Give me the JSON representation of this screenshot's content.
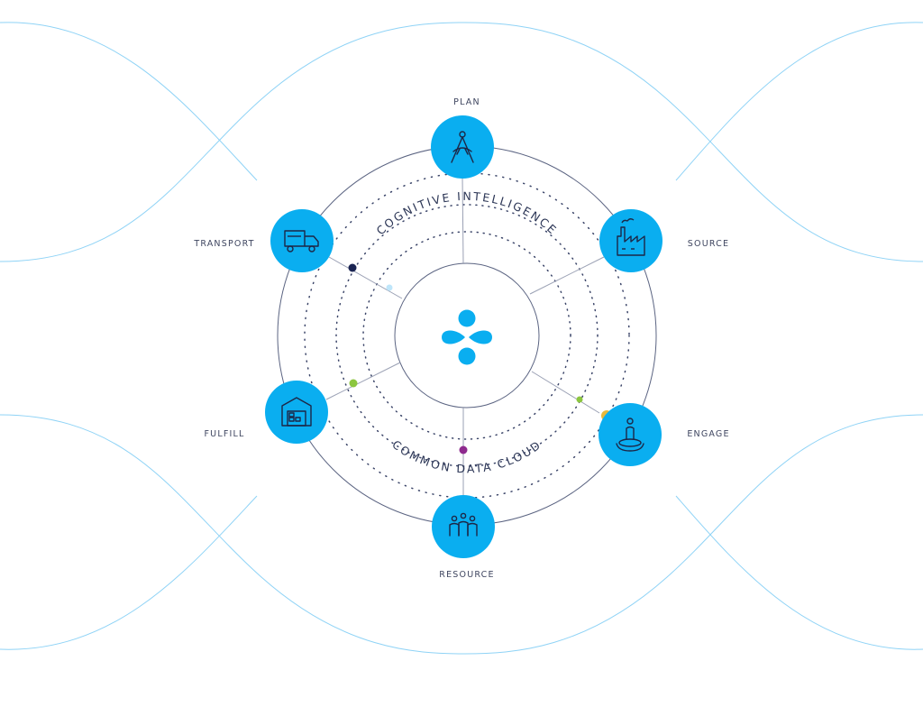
{
  "diagram": {
    "center": {
      "icon": "droplet-cluster-logo-icon"
    },
    "rings": {
      "outer_text": "COGNITIVE INTELLIGENCE",
      "inner_text": "COMMON DATA CLOUD"
    },
    "nodes": [
      {
        "id": "plan",
        "label": "PLAN",
        "icon": "drafting-compass-icon"
      },
      {
        "id": "source",
        "label": "SOURCE",
        "icon": "factory-icon"
      },
      {
        "id": "engage",
        "label": "ENGAGE",
        "icon": "person-on-pedestal-icon"
      },
      {
        "id": "resource",
        "label": "RESOURCE",
        "icon": "team-people-icon"
      },
      {
        "id": "fulfill",
        "label": "FULFILL",
        "icon": "warehouse-icon"
      },
      {
        "id": "transport",
        "label": "TRANSPORT",
        "icon": "delivery-truck-icon"
      }
    ],
    "colors": {
      "node_fill": "#0aaef0",
      "line": "#5b6482",
      "wave": "#8fd3f6",
      "dot_navy": "#1a2452",
      "dot_green": "#8cc63f",
      "dot_purple": "#8e2a8e",
      "dot_gold": "#e9b93c",
      "dot_light": "#bfe6fa"
    }
  }
}
